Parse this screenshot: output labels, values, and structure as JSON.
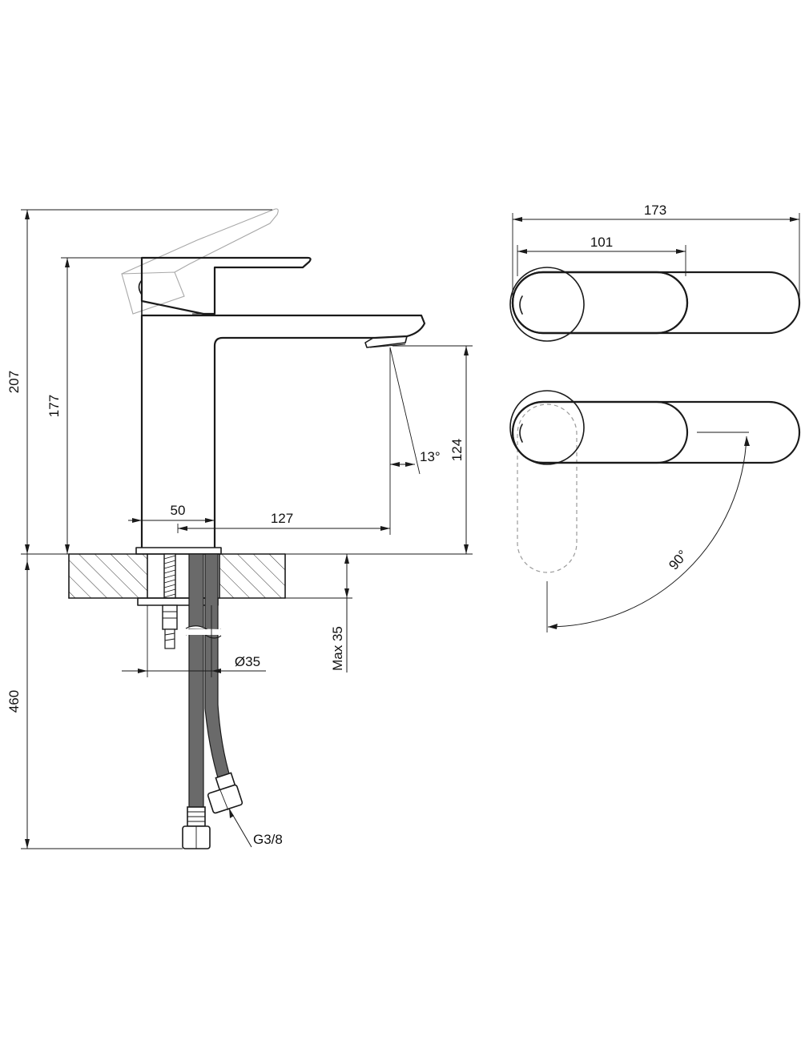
{
  "drawing": {
    "dimensions": {
      "overall_height": "207",
      "body_height": "177",
      "spout_clearance": "124",
      "body_width": "50",
      "spout_reach": "127",
      "spout_angle": "13°",
      "hose_length": "460",
      "max_thickness": "Max 35",
      "hole_diameter": "Ø35",
      "thread": "G3/8",
      "top_overall_length": "173",
      "top_handle_length": "101",
      "rotation_angle": "90°"
    }
  }
}
